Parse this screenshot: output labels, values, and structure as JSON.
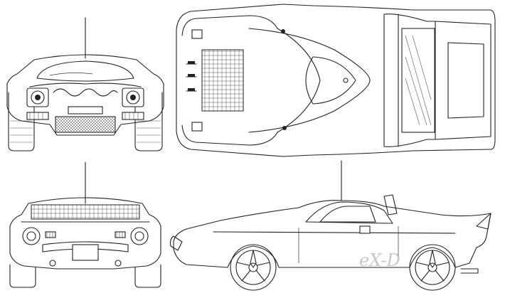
{
  "watermark": {
    "text": "eX-D"
  },
  "views": [
    "front-view",
    "top-view",
    "rear-view",
    "side-view"
  ],
  "colors": {
    "line": "#222222",
    "background": "#ffffff",
    "watermark": "#9a9a9a"
  }
}
